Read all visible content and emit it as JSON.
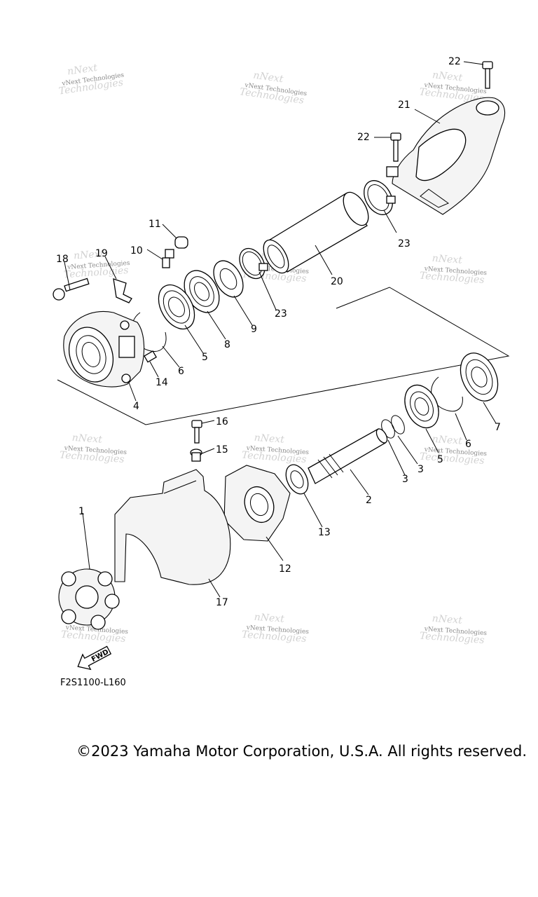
{
  "diagram_code": "F2S1100-L160",
  "copyright": "©2023 Yamaha Motor Corporation, U.S.A. All rights reserved.",
  "fwd_arrow": "FWD",
  "watermark_text": "vNext Technologies",
  "callouts": [
    {
      "id": "c-1",
      "label": "1"
    },
    {
      "id": "c-2",
      "label": "2"
    },
    {
      "id": "c-3a",
      "label": "3"
    },
    {
      "id": "c-3b",
      "label": "3"
    },
    {
      "id": "c-4",
      "label": "4"
    },
    {
      "id": "c-5a",
      "label": "5"
    },
    {
      "id": "c-5b",
      "label": "5"
    },
    {
      "id": "c-6a",
      "label": "6"
    },
    {
      "id": "c-6b",
      "label": "6"
    },
    {
      "id": "c-7",
      "label": "7"
    },
    {
      "id": "c-8",
      "label": "8"
    },
    {
      "id": "c-9",
      "label": "9"
    },
    {
      "id": "c-10",
      "label": "10"
    },
    {
      "id": "c-11",
      "label": "11"
    },
    {
      "id": "c-12",
      "label": "12"
    },
    {
      "id": "c-13",
      "label": "13"
    },
    {
      "id": "c-14",
      "label": "14"
    },
    {
      "id": "c-15",
      "label": "15"
    },
    {
      "id": "c-16",
      "label": "16"
    },
    {
      "id": "c-17",
      "label": "17"
    },
    {
      "id": "c-18",
      "label": "18"
    },
    {
      "id": "c-19",
      "label": "19"
    },
    {
      "id": "c-20",
      "label": "20"
    },
    {
      "id": "c-21",
      "label": "21"
    },
    {
      "id": "c-22a",
      "label": "22"
    },
    {
      "id": "c-22b",
      "label": "22"
    },
    {
      "id": "c-23a",
      "label": "23"
    },
    {
      "id": "c-23b",
      "label": "23"
    }
  ]
}
